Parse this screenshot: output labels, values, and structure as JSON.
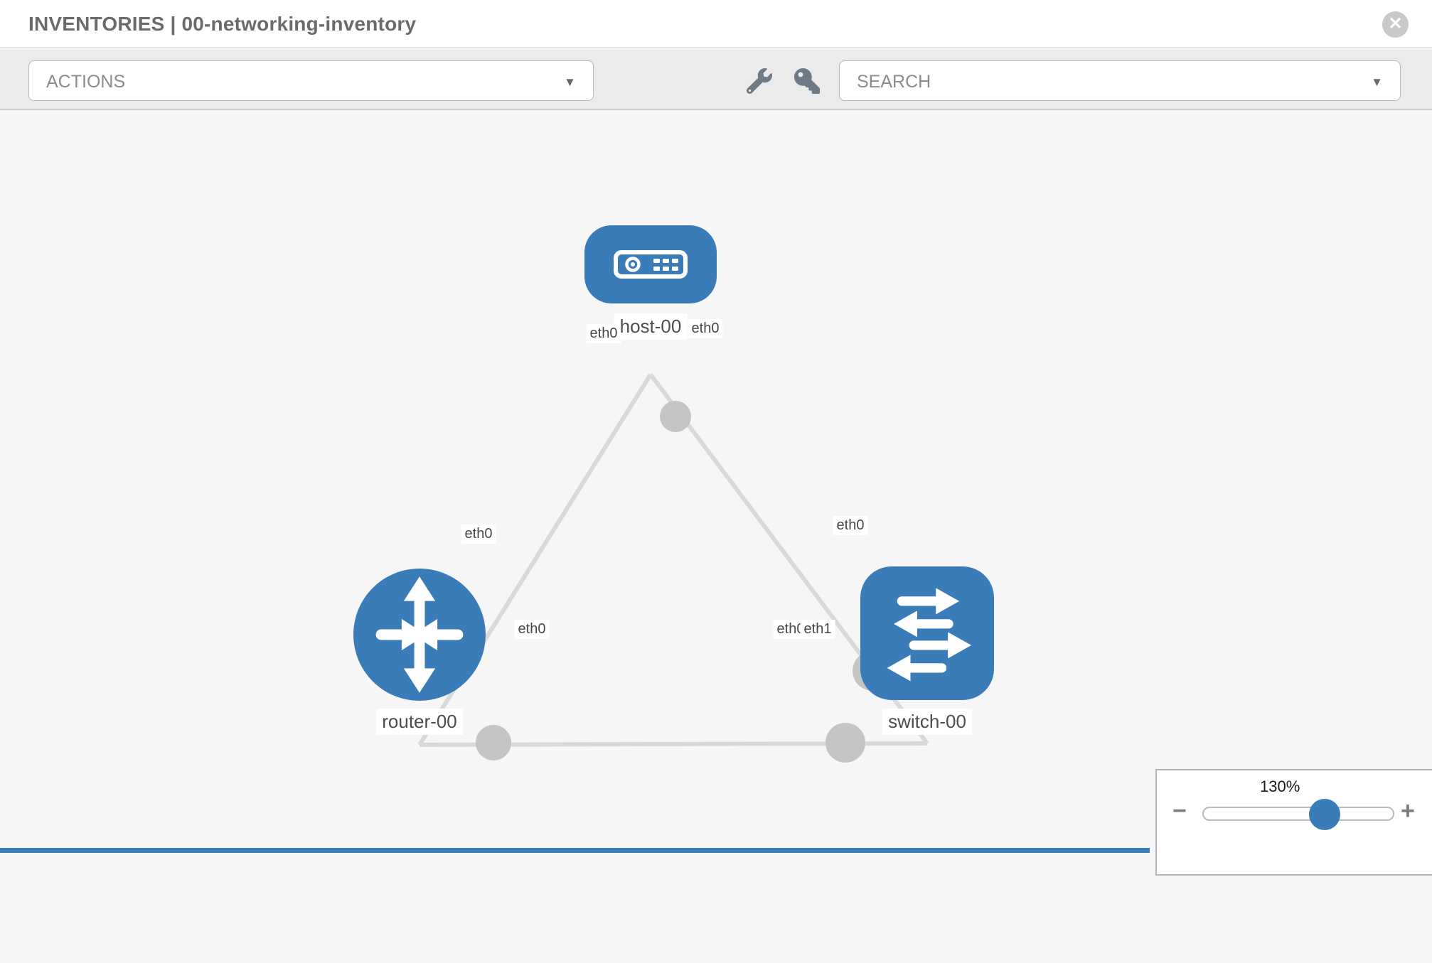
{
  "header": {
    "title": "INVENTORIES | 00-networking-inventory",
    "close_glyph": "✕"
  },
  "toolbar": {
    "actions_placeholder": "ACTIONS",
    "search_placeholder": "SEARCH",
    "caret_glyph": "▼",
    "icons": {
      "wrench": "wrench-icon",
      "key": "key-icon"
    }
  },
  "topology": {
    "nodes": [
      {
        "id": "host-00",
        "label": "host-00",
        "type": "host",
        "icon": "host-icon"
      },
      {
        "id": "router-00",
        "label": "router-00",
        "type": "router",
        "icon": "router-icon"
      },
      {
        "id": "switch-00",
        "label": "switch-00",
        "type": "switch",
        "icon": "switch-icon"
      }
    ],
    "links": [
      {
        "from": "host-00",
        "from_interface": "eth0",
        "to": "router-00",
        "to_interface": "eth0"
      },
      {
        "from": "host-00",
        "from_interface": "eth0",
        "to": "switch-00",
        "to_interface": "eth0"
      },
      {
        "from": "router-00",
        "from_interface": "eth0",
        "to": "switch-00",
        "to_interface": "eth1"
      }
    ],
    "interface_labels": [
      "eth0",
      "eth0",
      "eth0",
      "eth0",
      "eth0",
      "eth0",
      "eth1"
    ]
  },
  "zoom_control": {
    "level": "130%",
    "minus_glyph": "−",
    "plus_glyph": "+",
    "slider_percent": 64
  },
  "colors": {
    "node_blue": "#3a7cb8",
    "edge_gray": "#d9d9d9",
    "dot_gray": "#c5c5c5",
    "toolbar_gray": "#ebebeb"
  }
}
